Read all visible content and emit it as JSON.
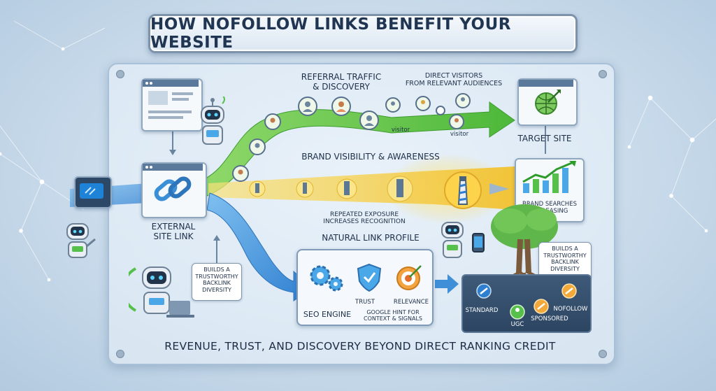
{
  "title": "HOW NOFOLLOW LINKS BENEFIT YOUR WEBSITE",
  "source": {
    "label_line1": "EXTERNAL",
    "label_line2": "SITE LINK"
  },
  "target": {
    "label": "TARGET SITE"
  },
  "referral": {
    "title_line1": "REFERRAL TRAFFIC",
    "title_line2": "& DISCOVERY",
    "note_line1": "DIRECT VISITORS",
    "note_line2": "FROM RELEVANT AUDIENCES",
    "visitor_labels": [
      "visitor",
      "visitor"
    ]
  },
  "brand": {
    "title": "BRAND VISIBILITY & AWARENESS",
    "note_line1": "REPEATED EXPOSURE",
    "note_line2": "INCREASES RECOGNITION",
    "chart_label_line1": "BRAND SEARCHES",
    "chart_label_line2": "INCREASING"
  },
  "natural": {
    "title": "NATURAL LINK PROFILE"
  },
  "bubble_left": {
    "lines": [
      "BUILDS A",
      "TRUSTWORTHY",
      "BACKLINK",
      "DIVERSITY"
    ]
  },
  "bubble_right": {
    "lines": [
      "BUILDS A",
      "TRUSTWORTHY",
      "BACKLINK",
      "DIVERSITY"
    ]
  },
  "seo": {
    "label": "SEO ENGINE",
    "trust": "TRUST",
    "relevance": "RELEVANCE",
    "hint_line1": "GOOGLE HINT FOR",
    "hint_line2": "CONTEXT & SIGNALS"
  },
  "link_types": {
    "standard": "STANDARD",
    "ugc": "UGC",
    "sponsored": "SPONSORED",
    "nofollow": "NOFOLLOW"
  },
  "footer": "REVENUE, TRUST, AND DISCOVERY BEYOND DIRECT RANKING CREDIT",
  "colors": {
    "green_flow": "#5cc94a",
    "yellow_flow": "#f4cf3a",
    "blue_flow": "#3f8fd8",
    "accent_dark": "#1f3552"
  }
}
